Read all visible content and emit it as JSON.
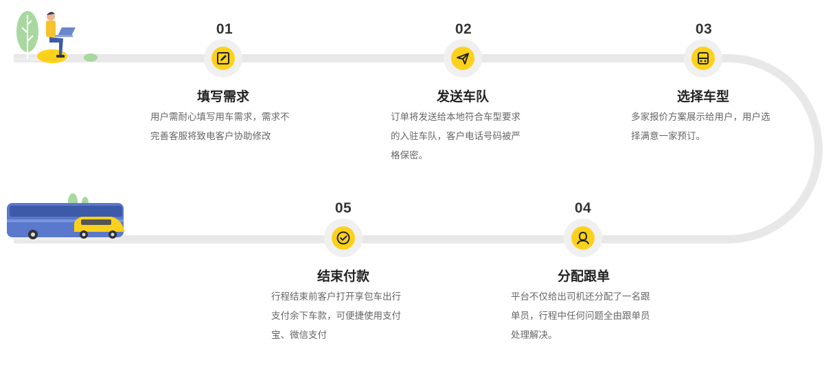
{
  "steps": [
    {
      "number": "01",
      "title": "填写需求",
      "description_lines": [
        "用户需耐心填写用车需求，需求不",
        "完善客服将致电客户协助修改"
      ],
      "icon": "edit-icon"
    },
    {
      "number": "02",
      "title": "发送车队",
      "description_lines": [
        "订单将发送给本地符合车型要求",
        "的入驻车队，客户电话号码被严",
        "格保密。"
      ],
      "icon": "send-icon"
    },
    {
      "number": "03",
      "title": "选择车型",
      "description_lines": [
        "多家报价方案展示给用户，用户选",
        "择满意一家预订。"
      ],
      "icon": "vehicle-icon"
    },
    {
      "number": "04",
      "title": "分配跟单",
      "description_lines": [
        "平台不仅给出司机还分配了一名跟",
        "单员，行程中任何问题全由跟单员",
        "处理解决。"
      ],
      "icon": "person-icon"
    },
    {
      "number": "05",
      "title": "结束付款",
      "description_lines": [
        "行程结束前客户打开享包车出行",
        "支付余下车款，可便捷使用支付",
        "宝、微信支付"
      ],
      "icon": "check-icon"
    }
  ],
  "colors": {
    "accent": "#fcd11b",
    "track": "#e8e8e8",
    "icon_ring": "#f0f0f0",
    "title": "#222222",
    "description": "#666666"
  }
}
